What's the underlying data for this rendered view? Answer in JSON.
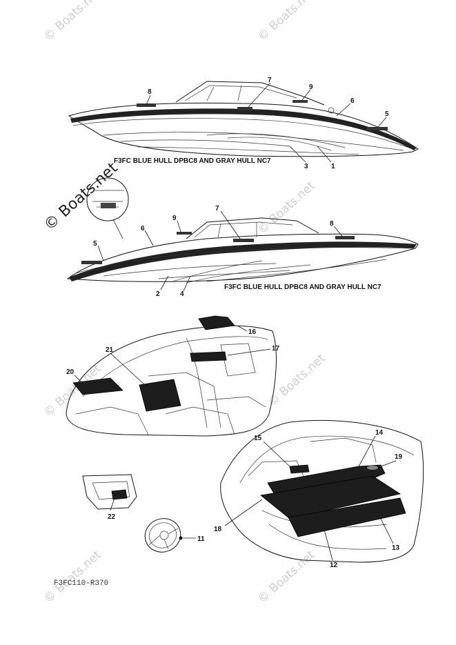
{
  "watermark": "© Boats.net",
  "figure_code": "F3FC110-R370",
  "hull_caption_top": "F3FC BLUE HULL DPBC8 AND GRAY HULL NC7",
  "hull_caption_bottom": "F3FC BLUE HULL DPBC8 AND GRAY HULL NC7",
  "callouts_top": [
    "8",
    "7",
    "9",
    "6",
    "5",
    "3",
    "1"
  ],
  "callouts_bottom": [
    "9",
    "7",
    "8",
    "6",
    "5",
    "2",
    "4"
  ],
  "callouts_interior": [
    "16",
    "17",
    "21",
    "20"
  ],
  "callouts_stern": [
    "15",
    "14",
    "19",
    "18",
    "12",
    "13"
  ],
  "callouts_misc": [
    "22",
    "11"
  ]
}
